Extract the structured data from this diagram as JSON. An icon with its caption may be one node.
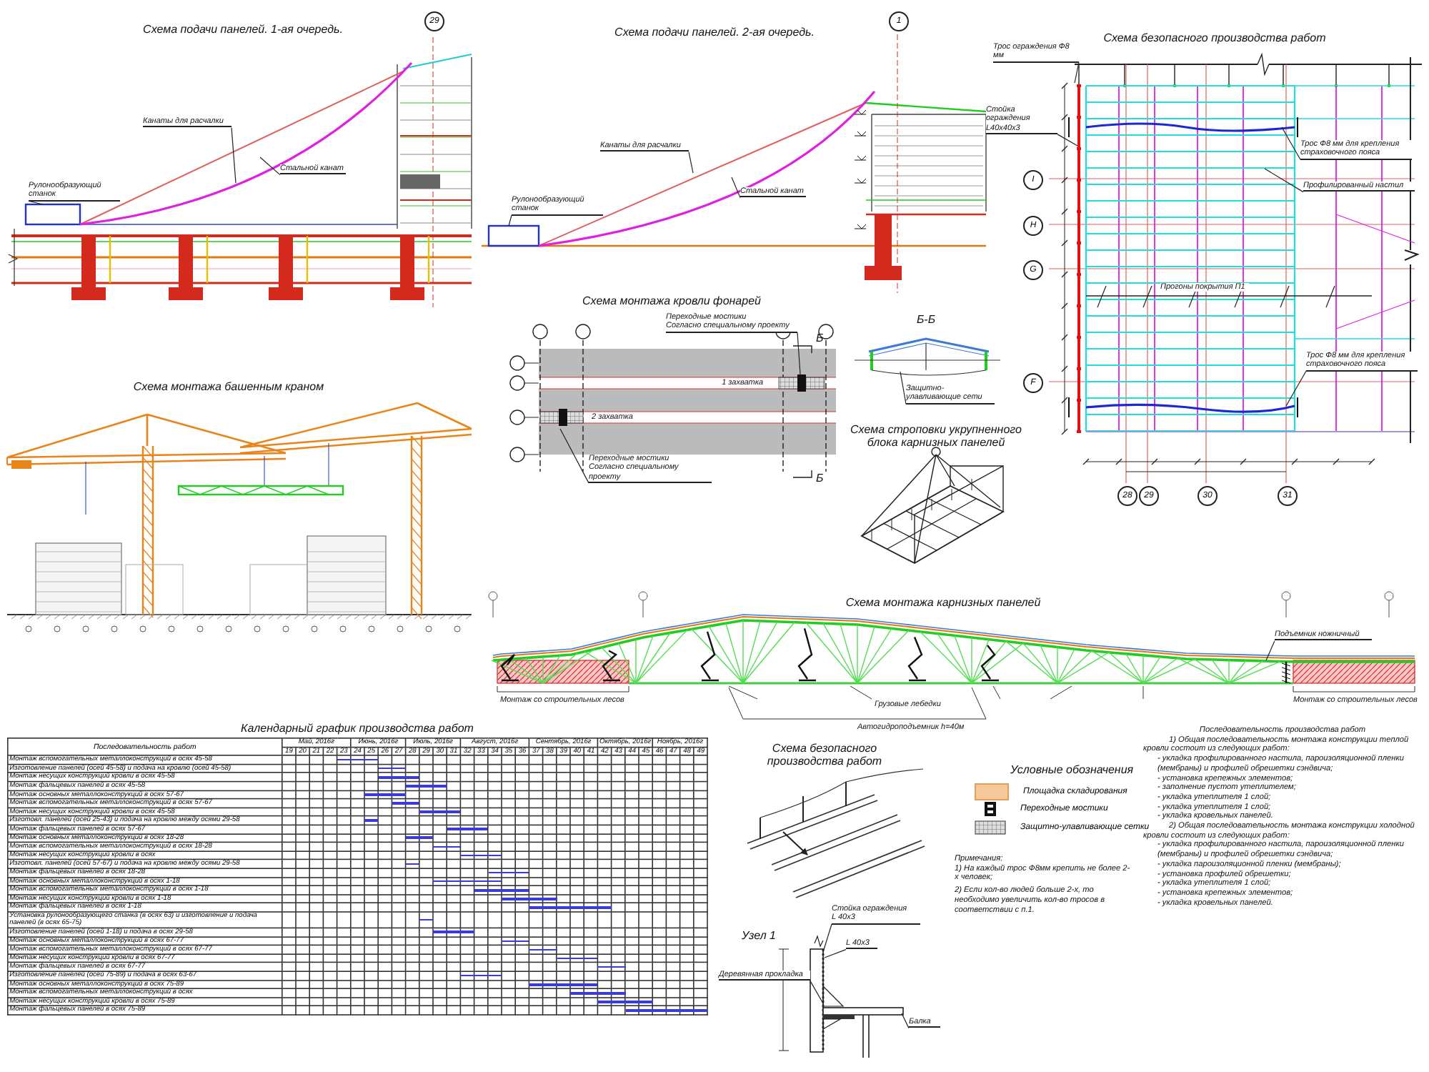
{
  "diagram": {
    "nodes": [
      {
        "text": [
          "Канаты для расчалки"
        ]
      },
      {
        "text": [
          "Стальной канат"
        ]
      },
      {
        "text": [
          "Рулонообразующий станок"
        ]
      },
      {
        "text": [
          "Канаты для расчалки"
        ]
      },
      {
        "text": [
          "Стальной канат"
        ]
      },
      {
        "text": [
          "Рулонообразующий станок"
        ]
      },
      {
        "text": [
          "Переходные мостики",
          "Согласно специальному проекту"
        ]
      },
      {
        "text": [
          "Переходные мостики",
          "Согласно специальному проекту"
        ]
      },
      {
        "text": [
          "Защитно-улавливающие сети"
        ]
      },
      {
        "text": [
          "Трос ограждения Ф8 мм"
        ]
      },
      {
        "text": [
          "Стойка ограждения",
          "L40х40х3"
        ]
      },
      {
        "text": [
          "Трос Ф8 мм для крепления страховочного пояса"
        ]
      },
      {
        "text": [
          "Профилированный настил"
        ]
      },
      {
        "text": [
          "Трос Ф8 мм для крепления страховочного пояса"
        ]
      },
      {
        "text": [
          "Подъемник ножничный"
        ]
      },
      {
        "text": [
          "Стойка ограждения",
          "L 40х3"
        ]
      },
      {
        "text": [
          "L 40х3"
        ]
      },
      {
        "text": [
          "Деревянная прокладка"
        ]
      },
      {
        "text": [
          "Балка"
        ]
      }
    ],
    "edges": [
      {
        "from": 0,
        "to": null,
        "arrow": "none"
      },
      {
        "from": 1,
        "to": null,
        "arrow": "none"
      },
      {
        "from": 2,
        "to": null,
        "arrow": "none"
      },
      {
        "from": 3,
        "to": null,
        "arrow": "none"
      },
      {
        "from": 4,
        "to": null,
        "arrow": "none"
      },
      {
        "from": 5,
        "to": null,
        "arrow": "none"
      },
      {
        "from": 6,
        "to": null,
        "arrow": "none"
      },
      {
        "from": 7,
        "to": null,
        "arrow": "none"
      },
      {
        "from": 8,
        "to": null,
        "arrow": "none"
      },
      {
        "from": 9,
        "to": null,
        "arrow": "none"
      },
      {
        "from": 10,
        "to": null,
        "arrow": "none"
      },
      {
        "from": 11,
        "to": null,
        "arrow": "none"
      },
      {
        "from": 12,
        "to": null,
        "arrow": "none"
      },
      {
        "from": 13,
        "to": null,
        "arrow": "none"
      },
      {
        "from": 14,
        "to": null,
        "arrow": "none"
      },
      {
        "from": 15,
        "to": null,
        "arrow": "none"
      },
      {
        "from": 16,
        "to": null,
        "arrow": "none"
      },
      {
        "from": 17,
        "to": null,
        "arrow": "none"
      },
      {
        "from": 18,
        "to": null,
        "arrow": "none"
      }
    ],
    "labels": [
      "Схема подачи панелей. 1-ая очередь.",
      "29",
      "Схема подачи панелей. 2-ая очередь.",
      "1",
      "Схема безопасного производства работ",
      "Схема монтажа башенным краном",
      "Схема монтажа кровли фонарей",
      "Б-Б",
      "Б",
      "Б",
      "1 захватка",
      "2 захватка",
      "Схема строповки укрупненного блока карнизных панелей",
      "I",
      "H",
      "G",
      "F",
      "28",
      "29",
      "30",
      "31",
      "Прогоны покрытия П1",
      "Схема монтажа карнизных панелей",
      "Монтаж со строительных лесов",
      "Монтаж со строительных лесов",
      "Грузовые лебедки",
      "Автогидроподъемник h=40м",
      "Календарный график производства работ",
      "Схема безопасного производства работ",
      "Узел 1",
      "Условные обозначения",
      "Примечания:",
      "1) На каждый трос Ф8мм крепить не более 2-х человек;",
      "2) Если кол-во людей больше 2-х, то необходимо увеличить кол-во тросов в соответствии с п.1.",
      "Последовательность производства работ",
      "1) Общая последовательность монтажа конструкции теплой кровли состоит из следующих работ:",
      "- укладка профилированного настила, пароизоляционной пленки (мембраны) и профилей обрешетки сэндвича;",
      "- установка крепежных элементов;",
      "- заполнение пустот утеплителем;",
      "- укладка утеплителя 1 слой;",
      "- укладка утеплителя 1 слой;",
      "- укладка кровельных панелей.",
      "2) Общая последовательность монтажа конструкции холодной кровли состоит из следующих работ:",
      "- укладка профилированного настила, пароизоляционной пленки (мембраны) и профилей обрешетки сэндвича;",
      "- укладка пароизоляционной пленки (мембраны);",
      "- установка профилей обрешетки;",
      "- укладка утеплителя 1 слой;",
      "- установка крепежных элементов;",
      "- укладка кровельных панелей.",
      "Последовательность работ",
      "Май, 2016г",
      "Июнь, 2016г",
      "Июль, 2016г",
      "Август, 2016г",
      "Сентябрь, 2016г",
      "Октябрь, 2016г",
      "Ноябрь, 2016г",
      "19",
      "20",
      "21",
      "22",
      "23",
      "24",
      "25",
      "26",
      "27",
      "28",
      "29",
      "30",
      "31",
      "32",
      "33",
      "34",
      "35",
      "36",
      "37",
      "38",
      "39",
      "40",
      "41",
      "42",
      "43",
      "44",
      "45",
      "46",
      "47",
      "48",
      "49",
      "Монтаж вспомогательных металлоконструкций в осях 45-58",
      "Изготовление панелей (осей 45-58) и подача на кровлю (осей 45-58)",
      "Монтаж несущих конструкций кровли в осях 45-58",
      "Монтаж фальцевых панелей в осях 45-58",
      "Монтаж основных металлоконструкций в осях 57-67",
      "Монтаж вспомогательных металлоконструкций в осях 57-67",
      "Монтаж несущих конструкций кровли в осях 45-58",
      "Изготовл. панелей (осей 25-43) и подача на кровлю между осями 29-58",
      "Монтаж фальцевых панелей в осях 57-67",
      "Монтаж основных металлоконструкций в осях 18-28",
      "Монтаж вспомогательных металлоконструкций в осях 18-28",
      "Монтаж несущих конструкций кровли в осях",
      "Изготовл. панелей (осей 57-67) и подача на кровлю между осями 29-58",
      "Монтаж фальцевых панелей в осях 18-28",
      "Монтаж основных металлоконструкций в осях 1-18",
      "Монтаж вспомогательных металлоконструкций в осях 1-18",
      "Монтаж несущих конструкций кровли в осях 1-18",
      "Монтаж фальцевых панелей в осях 1-18",
      "Установка рулонообразующего станка (в осях 63) и изготовление и подача панелей (в осях 65-75)",
      "Изготовление панелей (осей 1-18) и подача в осях 29-58",
      "Монтаж основных металлоконструкций в осях 67-77",
      "Монтаж вспомогательных металлоконструкций в осях 67-77",
      "Монтаж несущих конструкций кровли в осях 67-77",
      "Монтаж фальцевых панелей в осях 67-77",
      "Изготовление панелей (осей 75-89) и подача в осях 63-67",
      "Монтаж основных металлоконструкций в осях 75-89",
      "Монтаж вспомогательных металлоконструкций в осях",
      "Монтаж несущих конструкций кровли в осях 75-89",
      "Монтаж фальцевых панелей в осях 75-89"
    ],
    "legend": [
      {
        "text": "Площадка складирования",
        "color": "#f6c99b"
      },
      {
        "text": "Переходные мостики"
      },
      {
        "text": "Защитно-улавливающие сетки"
      }
    ]
  }
}
